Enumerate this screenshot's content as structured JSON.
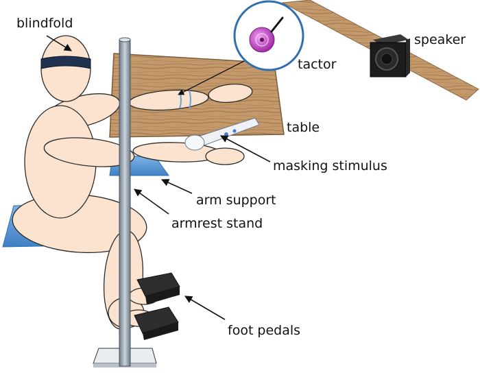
{
  "labels": {
    "blindfold": "blindfold",
    "tactor": "tactor",
    "speaker": "speaker",
    "table": "table",
    "masking_stimulus": "masking stimulus",
    "arm_support": "arm support",
    "armrest_stand": "armrest stand",
    "foot_pedals": "foot pedals"
  },
  "colors": {
    "skin": "#fbe3cf",
    "outline": "#2b2b2b",
    "wood": "#c49a6c",
    "wood_dark": "#a57a4f",
    "pad_blue": "#5b9bd5",
    "pad_blue_dark": "#2f6fb0",
    "blindfold": "#1f3350",
    "tactor_ring": "#2f6fb0",
    "tactor_disc": "#c63fc8",
    "pedal": "#2e2e2e",
    "pole": "#7f8c99"
  }
}
